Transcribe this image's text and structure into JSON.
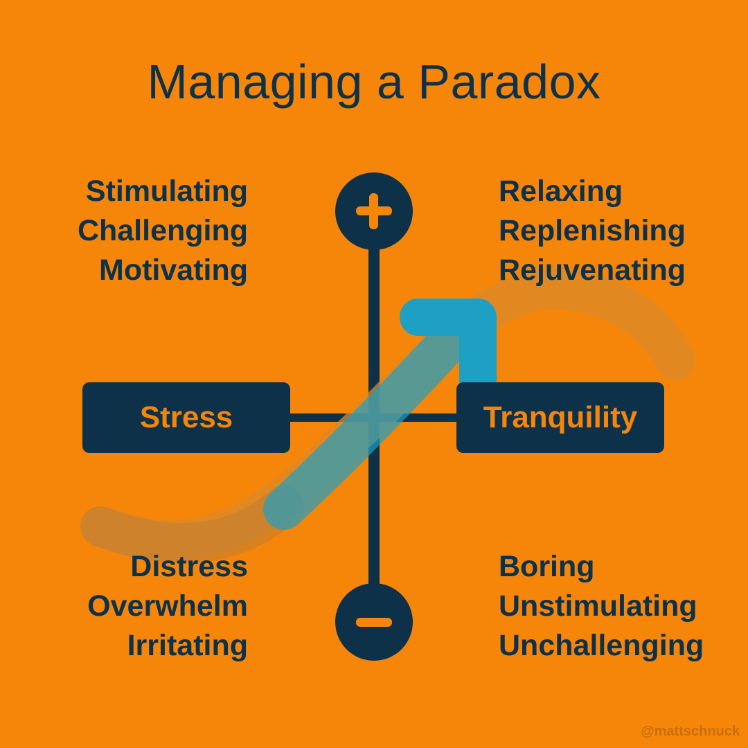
{
  "title": "Managing a Paradox",
  "poles": {
    "left": "Stress",
    "right": "Tranquility"
  },
  "axis": {
    "top_symbol": "+",
    "bottom_symbol": "−"
  },
  "quadrants": {
    "top_left": [
      "Stimulating",
      "Challenging",
      "Motivating"
    ],
    "top_right": [
      "Relaxing",
      "Replenishing",
      "Rejuvenating"
    ],
    "bottom_left": [
      "Distress",
      "Overwhelm",
      "Irritating"
    ],
    "bottom_right": [
      "Boring",
      "Unstimulating",
      "Unchallenging"
    ]
  },
  "credit": "@mattschnuck",
  "colors": {
    "background": "#F5860A",
    "navy": "#0D3148",
    "arrow_blue": "#1E9FC4",
    "wave_trail": "#D98A28"
  }
}
